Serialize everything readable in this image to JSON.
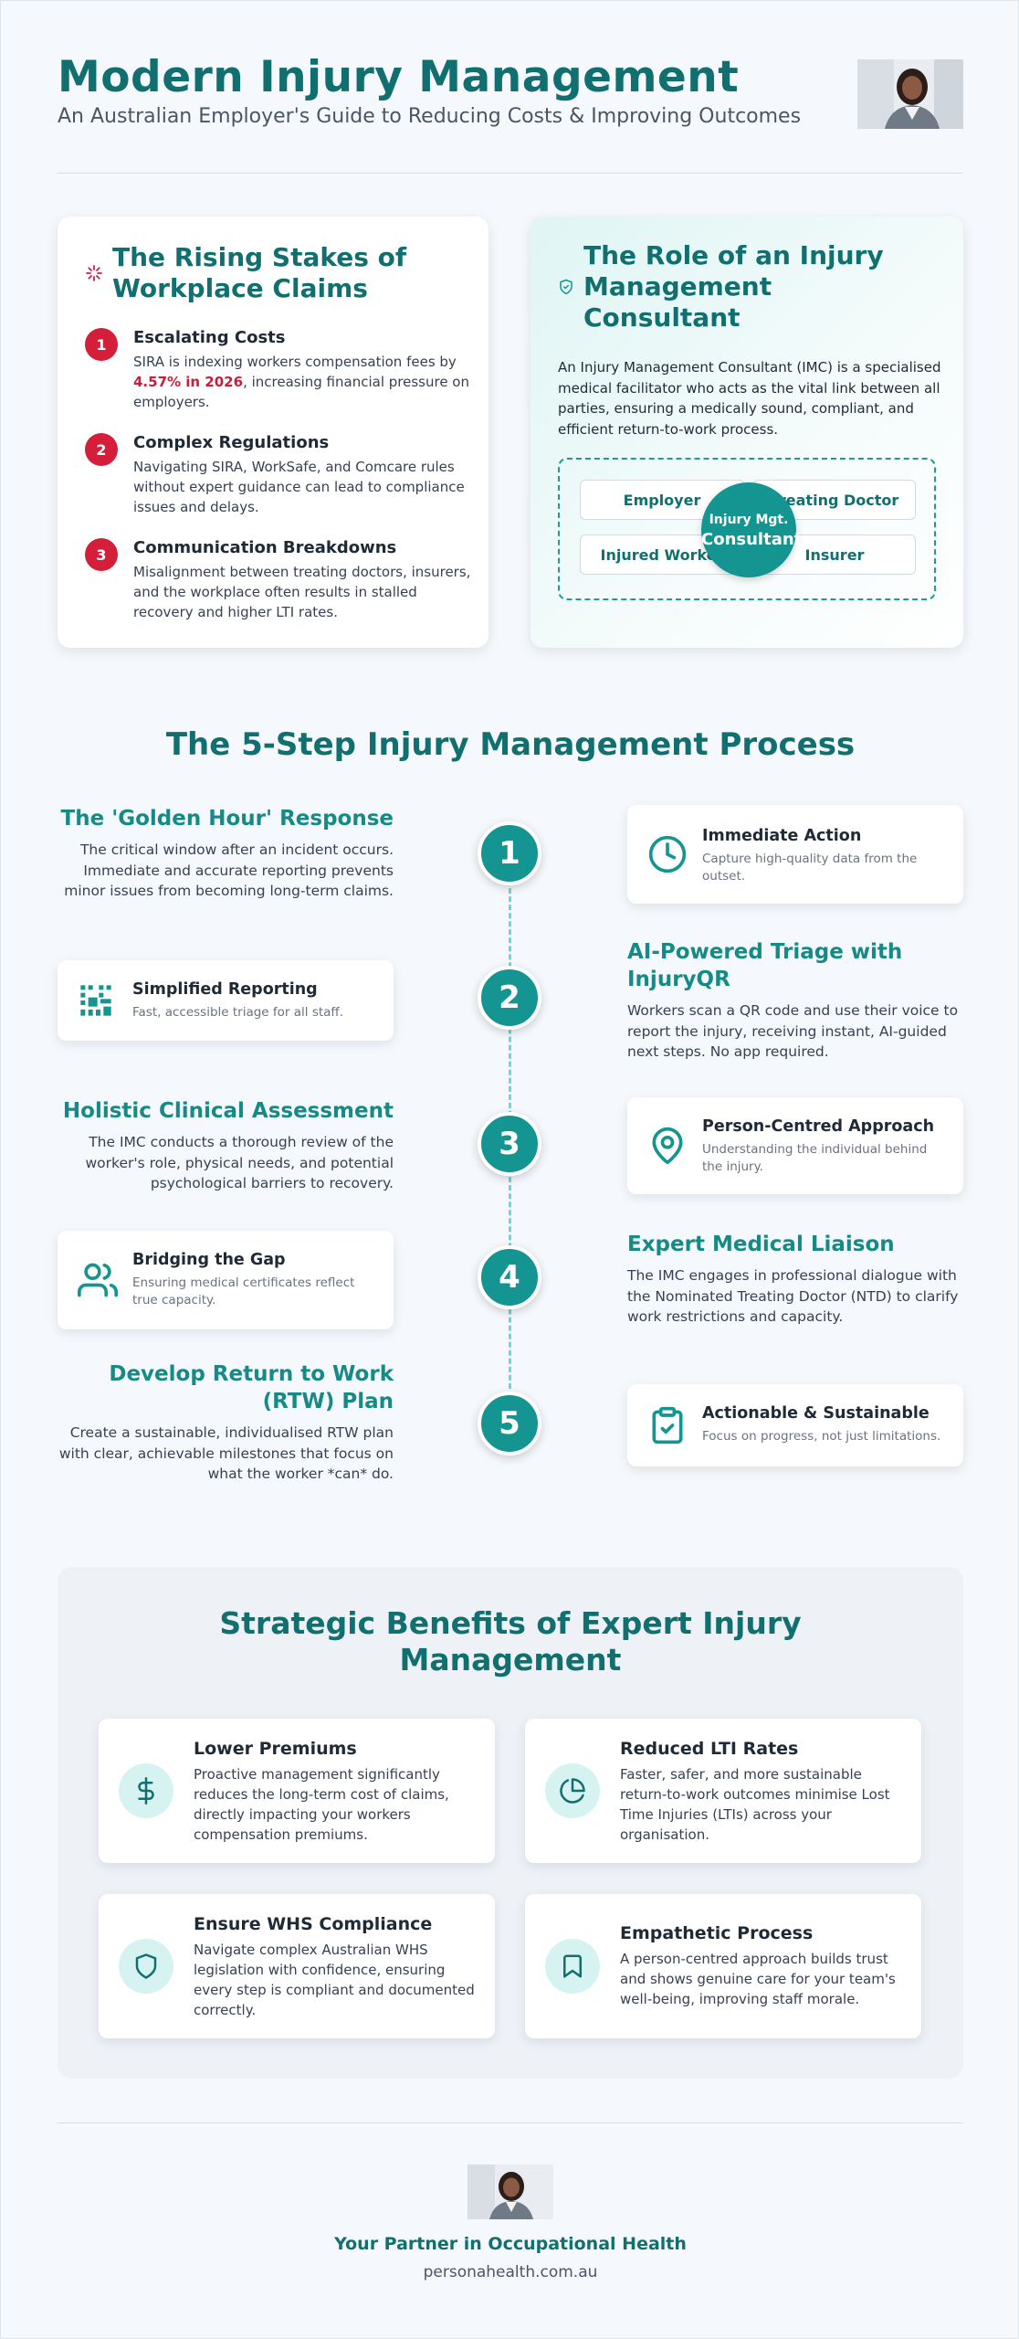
{
  "header": {
    "title": "Modern Injury Management",
    "subtitle": "An Australian Employer's Guide to Reducing Costs & Improving Outcomes"
  },
  "stakes": {
    "icon": "burst-icon",
    "title_line1": "The Rising Stakes of",
    "title_line2": "Workplace Claims",
    "items": [
      {
        "num": "1",
        "heading": "Escalating Costs",
        "text_before": "SIRA is indexing workers compensation fees by ",
        "highlight": "4.57% in 2026",
        "text_after": ", increasing financial pressure on employers."
      },
      {
        "num": "2",
        "heading": "Complex Regulations",
        "text": "Navigating SIRA, WorkSafe, and Comcare rules without expert guidance can lead to compliance issues and delays."
      },
      {
        "num": "3",
        "heading": "Communication Breakdowns",
        "text": "Misalignment between treating doctors, insurers, and the workplace often results in stalled recovery and higher LTI rates."
      }
    ]
  },
  "role": {
    "icon": "shield-check-icon",
    "title_line1": "The Role of an Injury",
    "title_line2": "Management",
    "title_line3": "Consultant",
    "text": "An Injury Management Consultant (IMC) is a specialised medical facilitator who acts as the vital link between all parties, ensuring a medically sound, compliant, and efficient return-to-work process.",
    "parties": {
      "employer": "Employer",
      "doctor": "Treating Doctor",
      "worker": "Injured Worker",
      "insurer": "Insurer"
    },
    "center_line1": "Injury Mgt.",
    "center_line2": "Consultant"
  },
  "process": {
    "title": "The 5-Step Injury Management Process",
    "steps": [
      {
        "num": "1",
        "heading": "The 'Golden Hour' Response",
        "text": "The critical window after an incident occurs. Immediate and accurate reporting prevents minor issues from becoming long-term claims.",
        "card_title": "Immediate Action",
        "card_text": "Capture high-quality data from the outset.",
        "card_icon": "clock-icon"
      },
      {
        "num": "2",
        "heading_line1": "AI-Powered Triage with",
        "heading_line2": "InjuryQR",
        "text": "Workers scan a QR code and use their voice to report the injury, receiving instant, AI-guided next steps. No app required.",
        "card_title": "Simplified Reporting",
        "card_text": "Fast, accessible triage for all staff.",
        "card_icon": "qr-code-icon"
      },
      {
        "num": "3",
        "heading": "Holistic Clinical Assessment",
        "text": "The IMC conducts a thorough review of the worker's role, physical needs, and potential psychological barriers to recovery.",
        "card_title": "Person-Centred Approach",
        "card_text": "Understanding the individual behind the injury.",
        "card_icon": "map-pin-icon"
      },
      {
        "num": "4",
        "heading": "Expert Medical Liaison",
        "text": "The IMC engages in professional dialogue with the Nominated Treating Doctor (NTD) to clarify work restrictions and capacity.",
        "card_title": "Bridging the Gap",
        "card_text": "Ensuring medical certificates reflect true capacity.",
        "card_icon": "users-icon"
      },
      {
        "num": "5",
        "heading_line1": "Develop Return to Work",
        "heading_line2": "(RTW) Plan",
        "text": "Create a sustainable, individualised RTW plan with clear, achievable milestones that focus on what the worker *can* do.",
        "card_title": "Actionable & Sustainable",
        "card_text": "Focus on progress, not just limitations.",
        "card_icon": "clipboard-check-icon"
      }
    ]
  },
  "benefits": {
    "title_line1": "Strategic Benefits of Expert Injury",
    "title_line2": "Management",
    "items": [
      {
        "icon": "dollar-icon",
        "heading": "Lower Premiums",
        "text": "Proactive management significantly reduces the long-term cost of claims, directly impacting your workers compensation premiums."
      },
      {
        "icon": "pie-chart-icon",
        "heading": "Reduced LTI Rates",
        "text": "Faster, safer, and more sustainable return-to-work outcomes minimise Lost Time Injuries (LTIs) across your organisation."
      },
      {
        "icon": "shield-icon",
        "heading": "Ensure WHS Compliance",
        "text": "Navigate complex Australian WHS legislation with confidence, ensuring every step is compliant and documented correctly."
      },
      {
        "icon": "bookmark-icon",
        "heading": "Empathetic Process",
        "text": "A person-centred approach builds trust and shows genuine care for your team's well-being, improving staff morale."
      }
    ]
  },
  "footer": {
    "tagline": "Your Partner in Occupational Health",
    "url": "personahealth.com.au"
  },
  "colors": {
    "brand": "#11706f",
    "accent": "#159591",
    "alert": "#d41e3a"
  }
}
